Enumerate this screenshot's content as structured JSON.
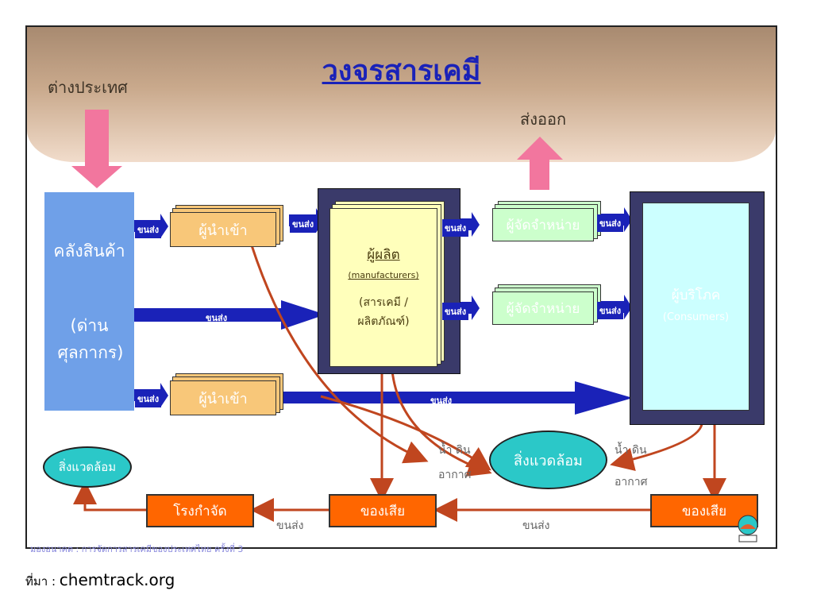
{
  "title": "วงจรสารเคมี",
  "labels": {
    "abroad": "ต่างประเทศ",
    "export": "ส่งออก",
    "warehouse": "คลังสินค้า",
    "customs": "(ด่าน ศุลกากร)",
    "importer": "ผู้นำเข้า",
    "producer": "ผู้ผลิต",
    "producer_en": "(manufacturers)",
    "producer_sub": "(สารเคมี / ผลิตภัณฑ์)",
    "distributor": "ผู้จัดจำหน่าย",
    "consumer": "ผู้บริโภค",
    "consumer_en": "(Consumers)",
    "transport": "ขนส่ง",
    "water_soil": "น้ำ ดิน",
    "air": "อากาศ",
    "environment": "สิ่งแวดล้อม",
    "waste": "ของเสีย",
    "disposal": "โรงกำจัด"
  },
  "credit": "มองอนาคต : การจัดการสารเคมีของประเทศไทย ครั้งที่ 3",
  "caption_prefix": "ที่มา : ",
  "caption_source": "chemtrack.org",
  "colors": {
    "title": "#1a22b8",
    "arrow_blue": "#1a22b8",
    "arrow_pink": "#f2769e",
    "flow_orange": "#c0461f",
    "waste": "#ff6600",
    "environment": "#2bc8c8"
  }
}
